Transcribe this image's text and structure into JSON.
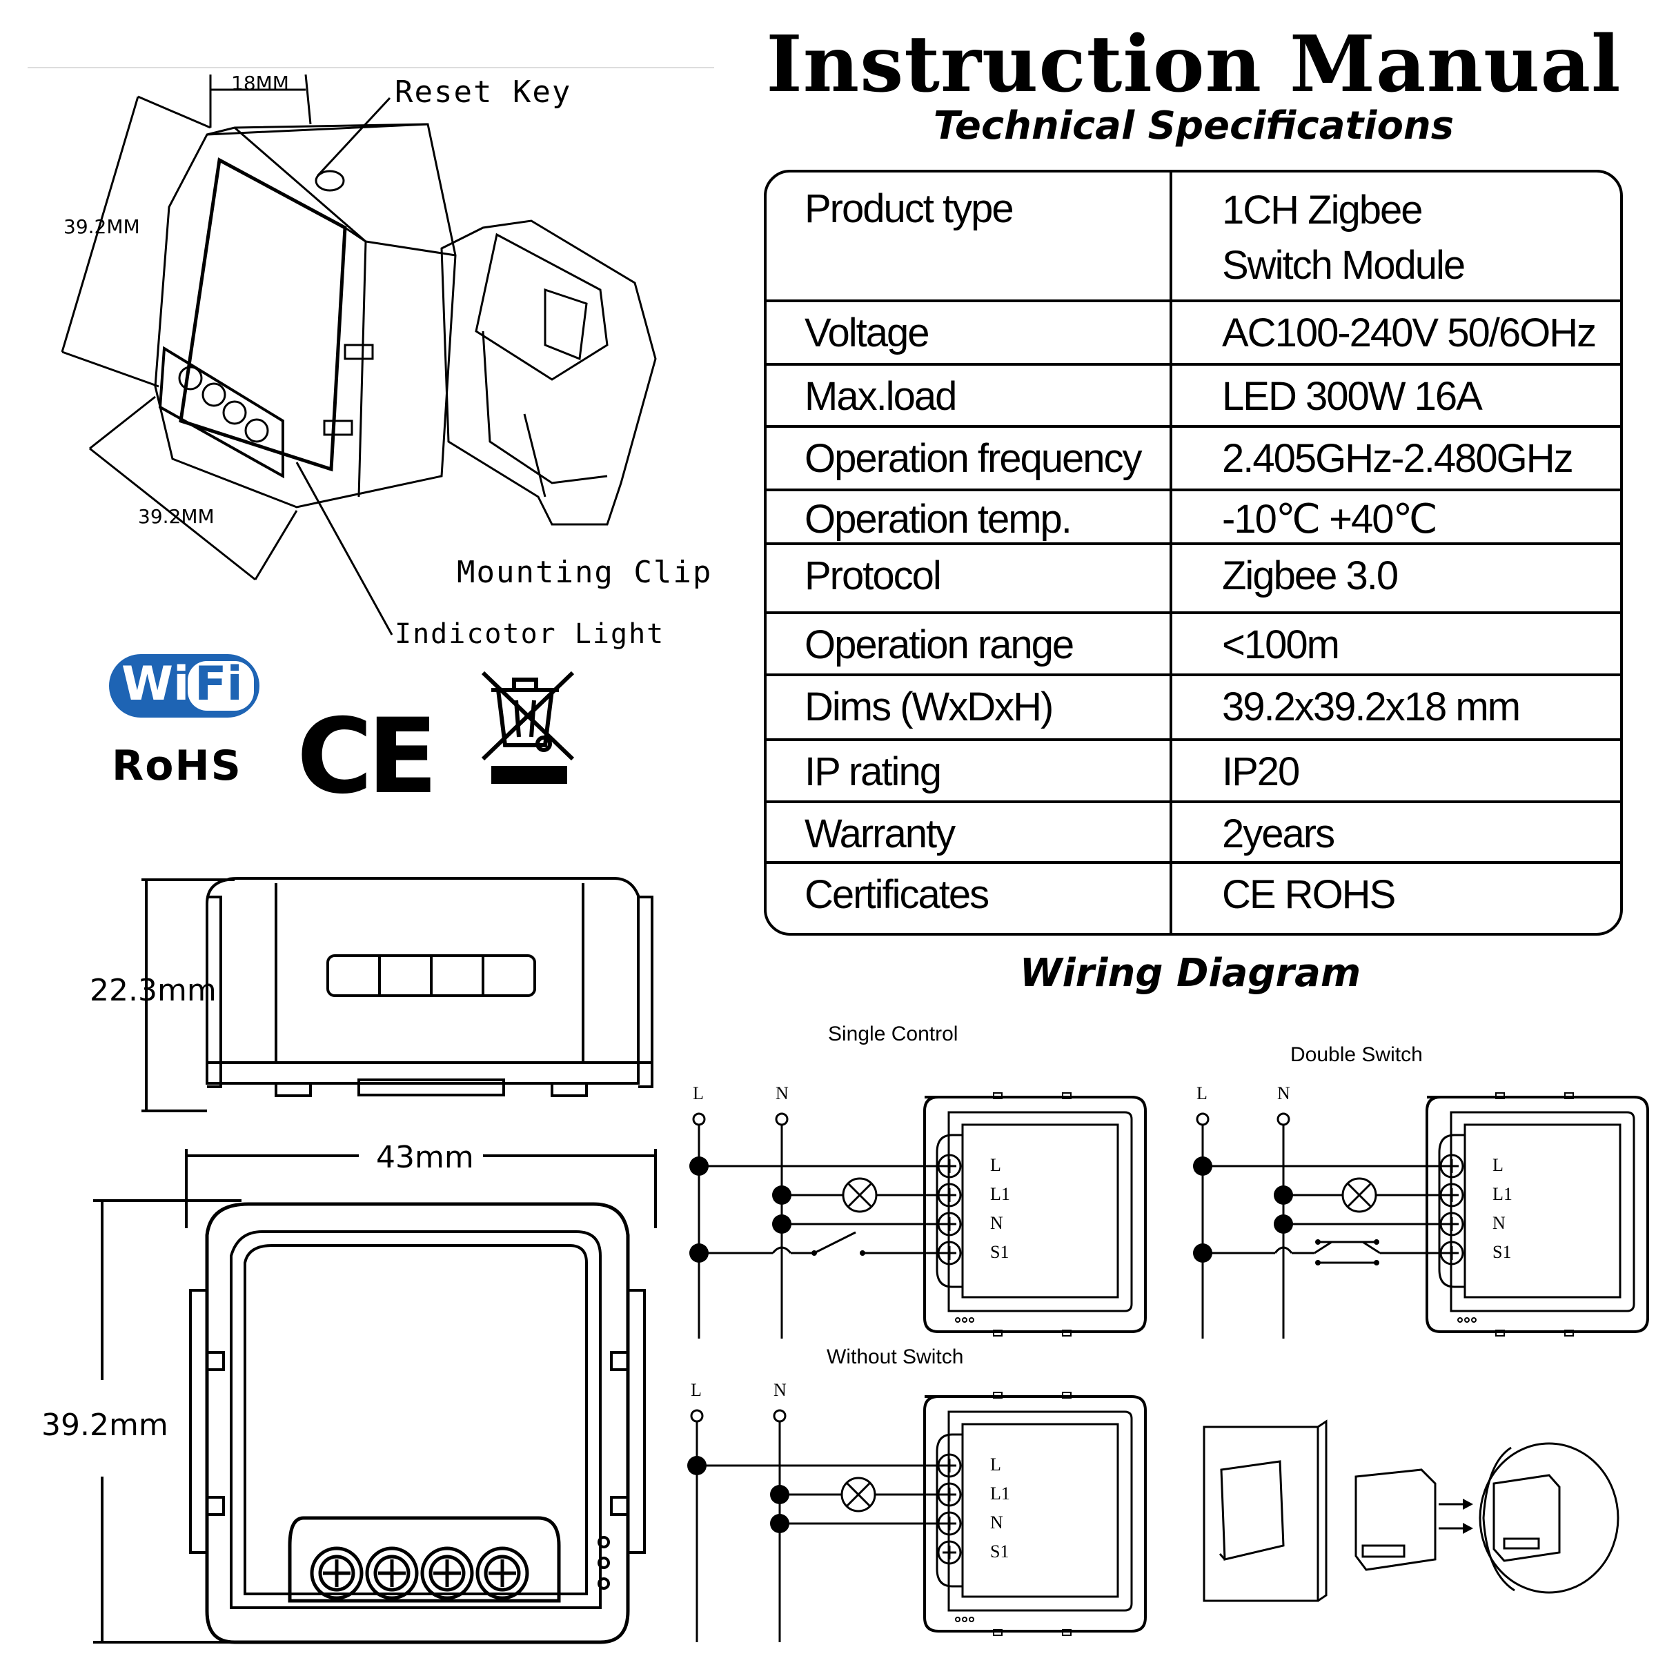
{
  "header": {
    "title": "Instruction Manual",
    "subtitle": "Technical Specifications"
  },
  "specs": [
    {
      "label": "Product type",
      "value": "1CH Zigbee",
      "value2": "Switch Module"
    },
    {
      "label": "Voltage",
      "value": "AC100-240V 50/6OHz"
    },
    {
      "label": "Max.load",
      "value": "LED 300W  16A"
    },
    {
      "label": "Operation frequency",
      "value": "2.405GHz-2.480GHz"
    },
    {
      "label": "Operation temp.",
      "value": "-10℃ +40℃"
    },
    {
      "label": "Protocol",
      "value": "Zigbee 3.0"
    },
    {
      "label": "Operation range",
      "value": "<100m"
    },
    {
      "label": "Dims (WxDxH)",
      "value": "39.2x39.2x18 mm"
    },
    {
      "label": "IP rating",
      "value": "IP20"
    },
    {
      "label": "Warranty",
      "value": "2years"
    },
    {
      "label": "Certificates",
      "value": "CE ROHS"
    }
  ],
  "product_drawing": {
    "dim_depth": "18MM",
    "dim_height": "39.2MM",
    "dim_width": "39.2MM",
    "callout_reset": "Reset Key",
    "callout_clip": "Mounting Clip",
    "callout_light": "Indicotor Light"
  },
  "certifications": {
    "wifi_wi": "Wi",
    "wifi_fi": "Fi",
    "rohs": "RoHS",
    "ce": "CE"
  },
  "dimension_drawing": {
    "side_height": "22.3mm",
    "front_width": "43mm",
    "front_height": "39.2mm"
  },
  "wiring": {
    "title": "Wiring Diagram",
    "single_control": "Single Control",
    "double_switch": "Double Switch",
    "without_switch": "Without Switch",
    "line_l": "L",
    "line_n": "N",
    "terminals": [
      "L",
      "L1",
      "N",
      "S1"
    ]
  },
  "colors": {
    "wifi_blue": "#1e64b4",
    "ink": "#000000"
  }
}
